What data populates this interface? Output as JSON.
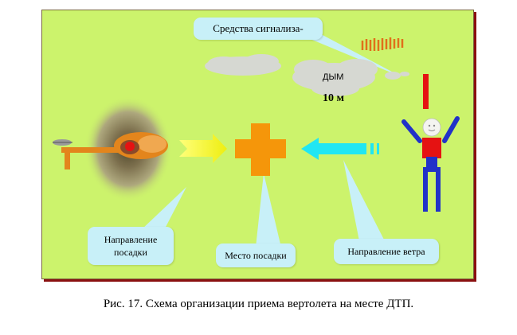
{
  "labels": {
    "alarm": "Средства сигнализа-",
    "smoke": "ДЫМ",
    "distance": "10 м",
    "landing_direction": "Направление посадки",
    "landing_site": "Место посадки",
    "wind_direction": "Направление ветра"
  },
  "caption": "Рис. 17. Схема организации приема вертолета на месте ДТП.",
  "colors": {
    "background": "#ccf36c",
    "callout": "#c8f0f8",
    "cross": "#f5960a",
    "landing_arrow": "#f7f716",
    "wind_arrow": "#21e6f2",
    "signal": "#e51212",
    "person_body": "#2132c8",
    "person_shirt": "#e51212",
    "helicopter": "#e3851c"
  },
  "icons": [
    "helicopter-icon",
    "landing-cross-icon",
    "person-signaler-icon",
    "smoke-cloud-icon"
  ]
}
